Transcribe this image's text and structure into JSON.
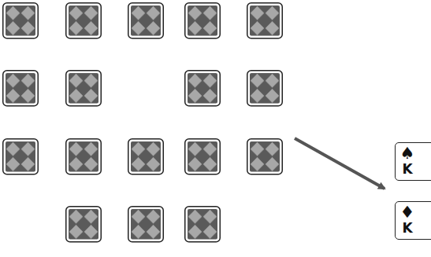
{
  "diagram": {
    "nodes": [
      {
        "text": [
          "♠",
          "K"
        ]
      },
      {
        "text": [
          "♦",
          "K"
        ]
      }
    ]
  }
}
